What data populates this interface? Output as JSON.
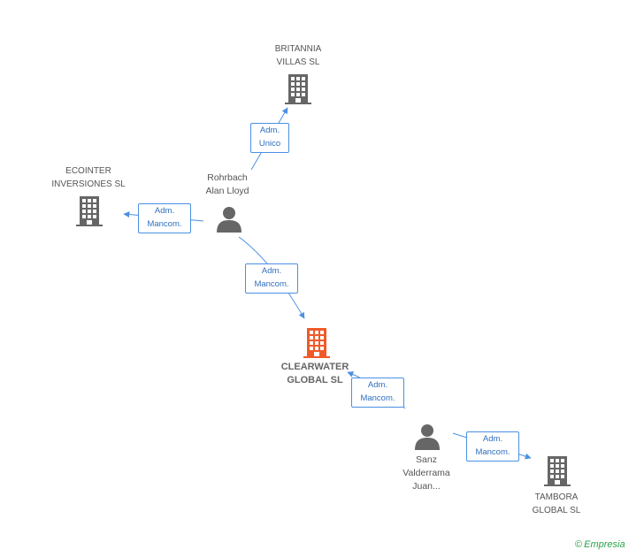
{
  "nodes": {
    "britannia": {
      "name_line1": "BRITANNIA",
      "name_line2": "VILLAS SL",
      "icon": "building-icon"
    },
    "ecointer": {
      "name_line1": "ECOINTER",
      "name_line2": "INVERSIONES SL",
      "icon": "building-icon"
    },
    "rohrbach": {
      "name_line1": "Rohrbach",
      "name_line2": "Alan Lloyd",
      "icon": "person-icon"
    },
    "clearwater": {
      "name_line1": "CLEARWATER",
      "name_line2": "GLOBAL SL",
      "icon": "building-icon",
      "color": "#f05a28"
    },
    "sanz": {
      "name_line1": "Sanz",
      "name_line2": "Valderrama",
      "name_line3": "Juan...",
      "icon": "person-icon"
    },
    "tambora": {
      "name_line1": "TAMBORA",
      "name_line2": "GLOBAL SL",
      "icon": "building-icon"
    }
  },
  "edges": {
    "rohrbach_britannia": {
      "line1": "Adm.",
      "line2": "Unico"
    },
    "rohrbach_ecointer": {
      "line1": "Adm.",
      "line2": "Mancom."
    },
    "rohrbach_clearwater": {
      "line1": "Adm.",
      "line2": "Mancom."
    },
    "sanz_clearwater": {
      "line1": "Adm.",
      "line2": "Mancom."
    },
    "sanz_tambora": {
      "line1": "Adm.",
      "line2": "Mancom."
    }
  },
  "colors": {
    "edge": "#4a90e2",
    "company": "#666666",
    "main_company": "#f05a28",
    "person": "#666666"
  },
  "brand": {
    "symbol": "©",
    "name": "Empresia"
  }
}
